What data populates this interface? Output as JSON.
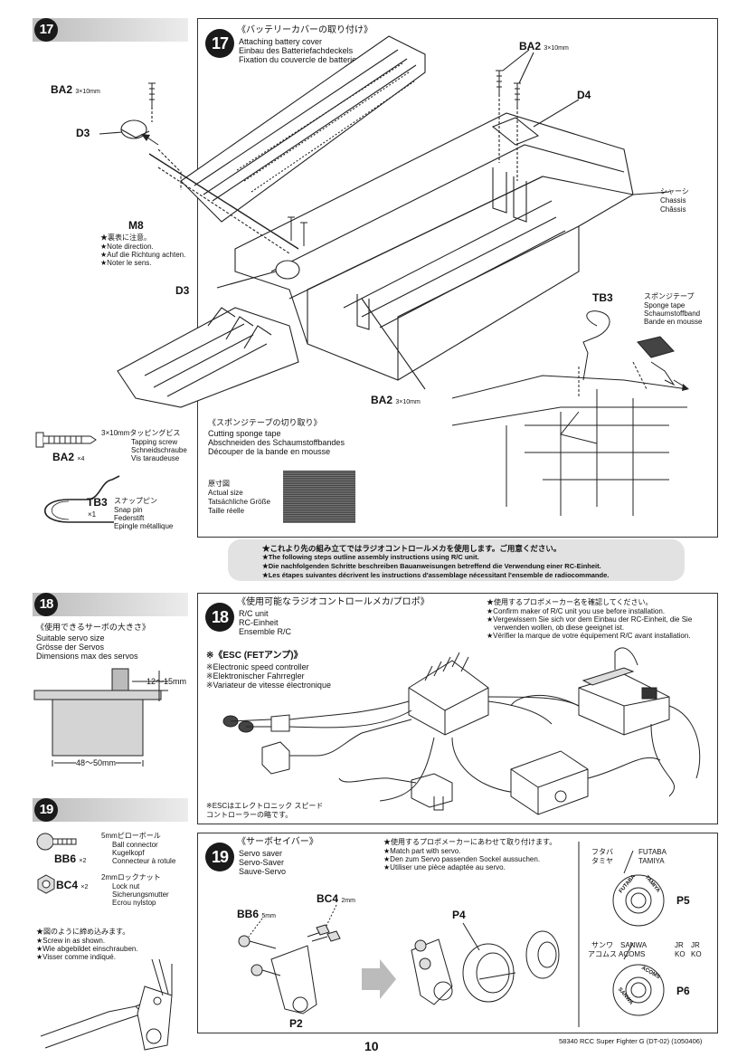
{
  "step17": {
    "number": "17",
    "title_jp": "《バッテリーカバーの取り付け》",
    "title_en": "Attaching battery cover",
    "title_de": "Einbau des Batteriefachdeckels",
    "title_fr": "Fixation du couvercle de batterie",
    "ba2_label": "BA2",
    "ba2_size": "3×10mm",
    "d3_label": "D3",
    "d4_label": "D4",
    "m8_label": "M8",
    "note_jp": "★裏表に注意。",
    "note_en": "★Note direction.",
    "note_de": "★Auf die Richtung achten.",
    "note_fr": "★Noter le sens.",
    "chassis_jp": "シャーシ",
    "chassis_en": "Chassis",
    "chassis_fr": "Châssis",
    "tb3_label": "TB3",
    "sponge_jp": "スポンジテープ",
    "sponge_en": "Sponge tape",
    "sponge_de": "Schaumstoffband",
    "sponge_fr": "Bande en mousse",
    "cut_jp": "《スポンジテープの切り取り》",
    "cut_en": "Cutting sponge tape",
    "cut_de": "Abschneiden des Schaumstoffbandes",
    "cut_fr": "Découper de la bande en mousse",
    "actual_jp": "原寸図",
    "actual_en": "Actual size",
    "actual_de": "Tatsächliche Größe",
    "actual_fr": "Taille réelle",
    "parts": {
      "ba2_jp": "3×10mmタッピングビス",
      "ba2_en": "Tapping screw",
      "ba2_de": "Schneidschraube",
      "ba2_fr": "Vis taraudeuse",
      "ba2_name": "BA2",
      "ba2_qty": "×4",
      "tb3_jp": "スナップピン",
      "tb3_en": "Snap pin",
      "tb3_de": "Federstift",
      "tb3_fr": "Epingle métallique",
      "tb3_name": "TB3",
      "tb3_qty": "×1"
    }
  },
  "notice": {
    "jp": "★これより先の組み立てではラジオコントロールメカを使用します。ご用意ください。",
    "en": "★The following steps outline assembly instructions using R/C unit.",
    "de": "★Die nachfolgenden Schritte beschreiben Bauanweisungen betreffend die Verwendung einer RC-Einheit.",
    "fr": "★Les étapes suivantes décrivent les instructions d'assemblage nécessitant l'ensemble de radiocommande."
  },
  "step18_left": {
    "number": "18",
    "servo_jp": "《使用できるサーボの大きさ》",
    "servo_en": "Suitable servo size",
    "servo_de": "Grösse der Servos",
    "servo_fr": "Dimensions max des servos",
    "dim_height": "12～15mm",
    "dim_width": "48～50mm"
  },
  "step18": {
    "number": "18",
    "title_jp": "《使用可能なラジオコントロールメカ/プロポ》",
    "title_en": "R/C unit",
    "title_de": "RC-Einheit",
    "title_fr": "Ensemble R/C",
    "confirm_jp": "★使用するプロポメーカー名を確認してください。",
    "confirm_en": "★Confirm maker of R/C unit you use before installation.",
    "confirm_de1": "★Vergewissern Sie sich vor dem Einbau der RC-Einheit, die Sie",
    "confirm_de2": "verwenden wollen, ob diese geeignet ist.",
    "confirm_fr": "★Vérifier la marque de votre équipement R/C avant installation.",
    "esc_jp": "※《ESC (FETアンプ)》",
    "esc_en": "※Electronic speed controller",
    "esc_de": "※Elektronischer Fahrregler",
    "esc_fr": "※Variateur de vitesse électronique",
    "esc_note1": "※ESCはエレクトロニック スピード",
    "esc_note2": "コントローラーの略です。"
  },
  "step19_left": {
    "number": "19",
    "bb6_jp": "5mmピローボール",
    "bb6_en": "Ball connector",
    "bb6_de": "Kugelkopf",
    "bb6_fr": "Connecteur à rotule",
    "bb6_name": "BB6",
    "bb6_qty": "×2",
    "bc4_jp": "2mmロックナット",
    "bc4_en": "Lock nut",
    "bc4_de": "Sicherungsmutter",
    "bc4_fr": "Ecrou nylstop",
    "bc4_name": "BC4",
    "bc4_qty": "×2",
    "screw_jp": "★図のように締め込みます。",
    "screw_en": "★Screw in as shown.",
    "screw_de": "★Wie abgebildet einschrauben.",
    "screw_fr": "★Visser comme indiqué."
  },
  "step19": {
    "number": "19",
    "title_jp": "《サーボセイバー》",
    "title_en": "Servo saver",
    "title_de": "Servo-Saver",
    "title_fr": "Sauve-Servo",
    "match_jp": "★使用するプロポメーカーにあわせて取り付けます。",
    "match_en": "★Match part with servo.",
    "match_de": "★Den zum Servo passenden Sockel aussuchen.",
    "match_fr": "★Utiliser une pièce adaptée au servo.",
    "bb6_label": "BB6",
    "bb6_size": "5mm",
    "bc4_label": "BC4",
    "bc4_size": "2mm",
    "p2_label": "P2",
    "p4_label": "P4",
    "p5_label": "P5",
    "p6_label": "P6",
    "futaba_jp1": "フタバ",
    "futaba_jp2": "タミヤ",
    "futaba_en1": "FUTABA",
    "futaba_en2": "TAMIYA",
    "sanwa_jp1": "サンワ",
    "sanwa_jp2": "アコムス",
    "sanwa_en1": "SANWA",
    "sanwa_en2": "ACOMS",
    "jr1": "JR",
    "jr2": "JR",
    "ko1": "KO",
    "ko2": "KO",
    "logo_futaba": "FUTABA",
    "logo_tamiya": "TAMIYA",
    "logo_sanwa": "SANWA",
    "logo_acoms": "ACOMS"
  },
  "footer": {
    "page": "10",
    "code": "58340 RCC Super Fighter G (DT-02) (1050406)"
  }
}
